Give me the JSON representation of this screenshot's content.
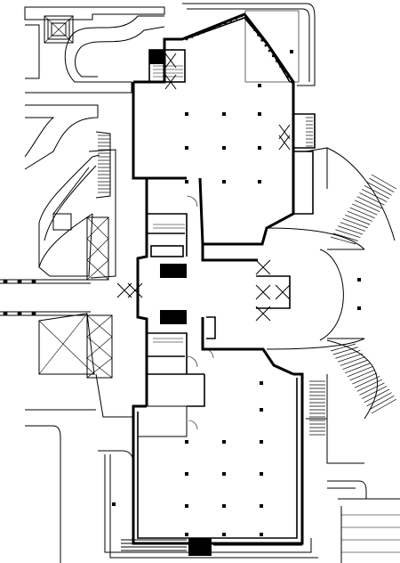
{
  "drawing": {
    "kind": "architectural floor plan",
    "labels": [],
    "colors": {
      "ink": "#000000",
      "paper": "#ffffff"
    },
    "column_grid_north": {
      "rows": 3,
      "cols": 3
    },
    "column_grid_south": {
      "rows": 4,
      "cols": 3
    }
  }
}
